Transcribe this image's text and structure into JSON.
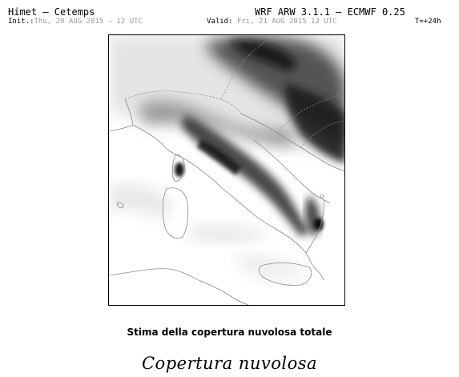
{
  "header": {
    "left_title": "Himet – Cetemps",
    "init_label": "Init.:",
    "init_value": "Thu, 20 AUG 2015 – 12 UTC",
    "model": "WRF ARW 3.1.1 – ECMWF 0.25",
    "valid_label": "Valid:",
    "valid_value": "Fri, 21 AUG 2015  12 UTC",
    "lead_time": "T=+24h"
  },
  "map": {
    "colors": {
      "cloud_dark": "#1a1a1a",
      "coast": "#8a8a8a",
      "frame": "#000000"
    }
  },
  "subtitle": "Stima della copertura nuvolosa totale",
  "caption": "Copertura nuvolosa"
}
